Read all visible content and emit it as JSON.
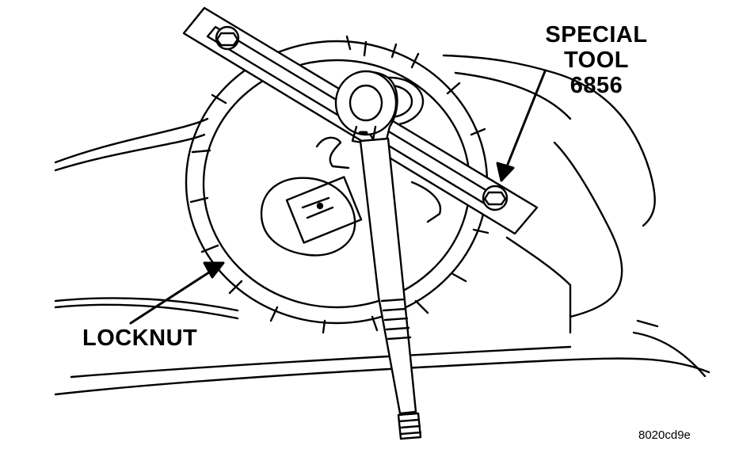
{
  "labels": {
    "special_tool_line1": "SPECIAL",
    "special_tool_line2": "TOOL",
    "special_tool_line3": "6856",
    "locknut": "LOCKNUT"
  },
  "figure_id": "8020cd9e",
  "colors": {
    "ink": "#000000",
    "paper": "#ffffff"
  }
}
